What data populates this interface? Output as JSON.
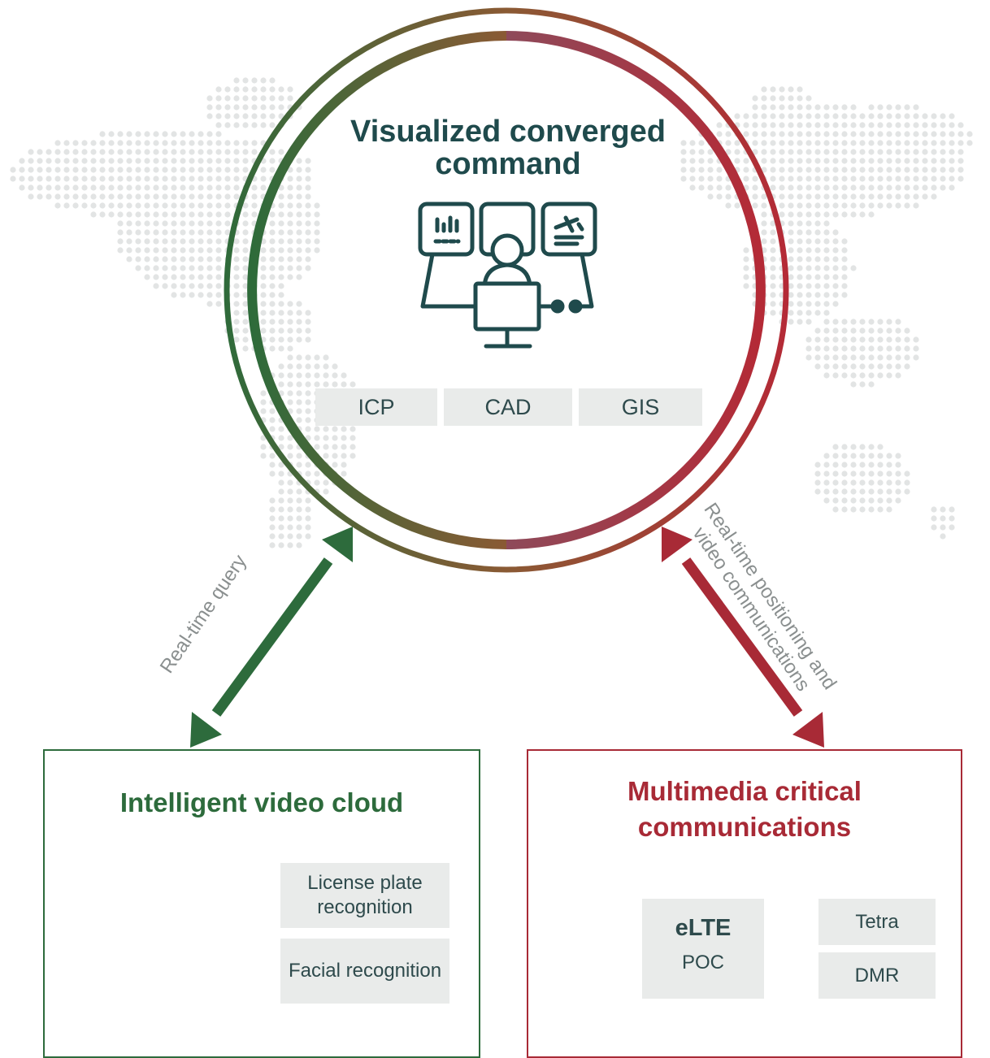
{
  "center": {
    "title": "Visualized converged command",
    "tags": [
      "ICP",
      "CAD",
      "GIS"
    ],
    "icon": "operator-with-monitors-icon"
  },
  "left_module": {
    "title": "Intelligent video cloud",
    "features": [
      "License plate recognition",
      "Facial recognition"
    ],
    "icon": "cloud-camera-icon",
    "color": "#2d6b3c"
  },
  "right_module": {
    "title": "Multimedia critical communications",
    "elte": {
      "name": "eLTE",
      "sub": "POC"
    },
    "interop": [
      "Tetra",
      "DMR"
    ],
    "icon": "handheld-radio-icon",
    "interop_icon": "bidirectional-arrow-icon",
    "color": "#a82a36"
  },
  "links": {
    "left_label": "Real-time query",
    "right_label": "Real-time positioning and video communications"
  },
  "background": {
    "icon": "dotted-world-map",
    "color": "#e2e4e4"
  }
}
